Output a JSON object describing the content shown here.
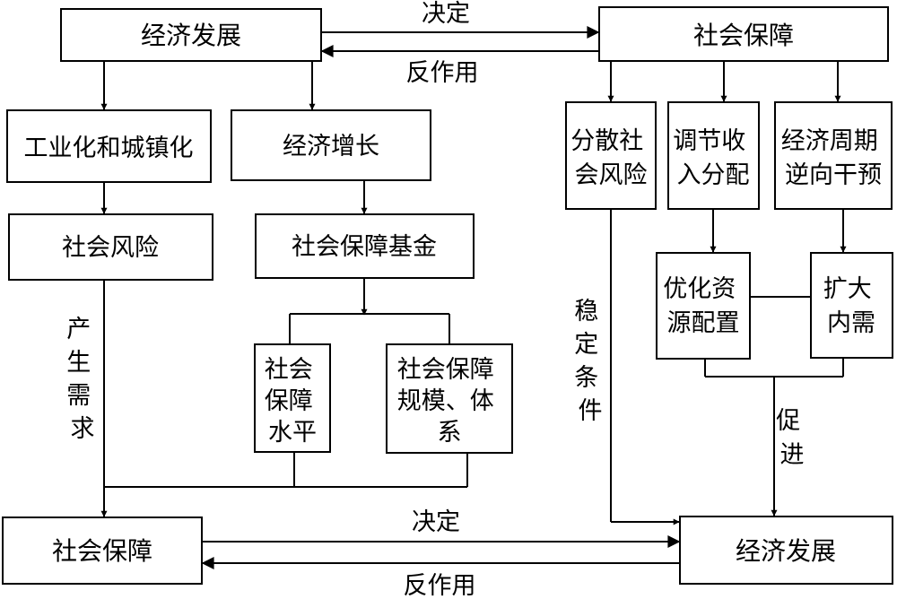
{
  "top": {
    "econ_dev": "经济发展",
    "social_security": "社会保障",
    "decides": "决定",
    "reacts": "反作用"
  },
  "left": {
    "industrialization": "工业化和城镇化",
    "social_risk": "社会风险",
    "creates_demand": [
      "产",
      "生",
      "需",
      "求"
    ],
    "econ_growth": "经济增长",
    "ss_fund": "社会保障基金",
    "ss_level": [
      "社会",
      "保障",
      "水平"
    ],
    "ss_scale": [
      "社会保障",
      "规模、体",
      "系"
    ]
  },
  "right": {
    "disperse_risk": [
      "分散社",
      "会风险"
    ],
    "adjust_income": [
      "调节收",
      "入分配"
    ],
    "countercyclical": [
      "经济周期",
      "逆向干预"
    ],
    "optimize": [
      "优化资",
      "源配置"
    ],
    "expand_demand": [
      "扩大",
      "内需"
    ],
    "stable_condition": [
      "稳",
      "定",
      "条",
      "件"
    ],
    "promote": [
      "促",
      "进"
    ]
  },
  "bottom": {
    "social_security": "社会保障",
    "econ_dev": "经济发展",
    "decides": "决定",
    "reacts": "反作用"
  }
}
